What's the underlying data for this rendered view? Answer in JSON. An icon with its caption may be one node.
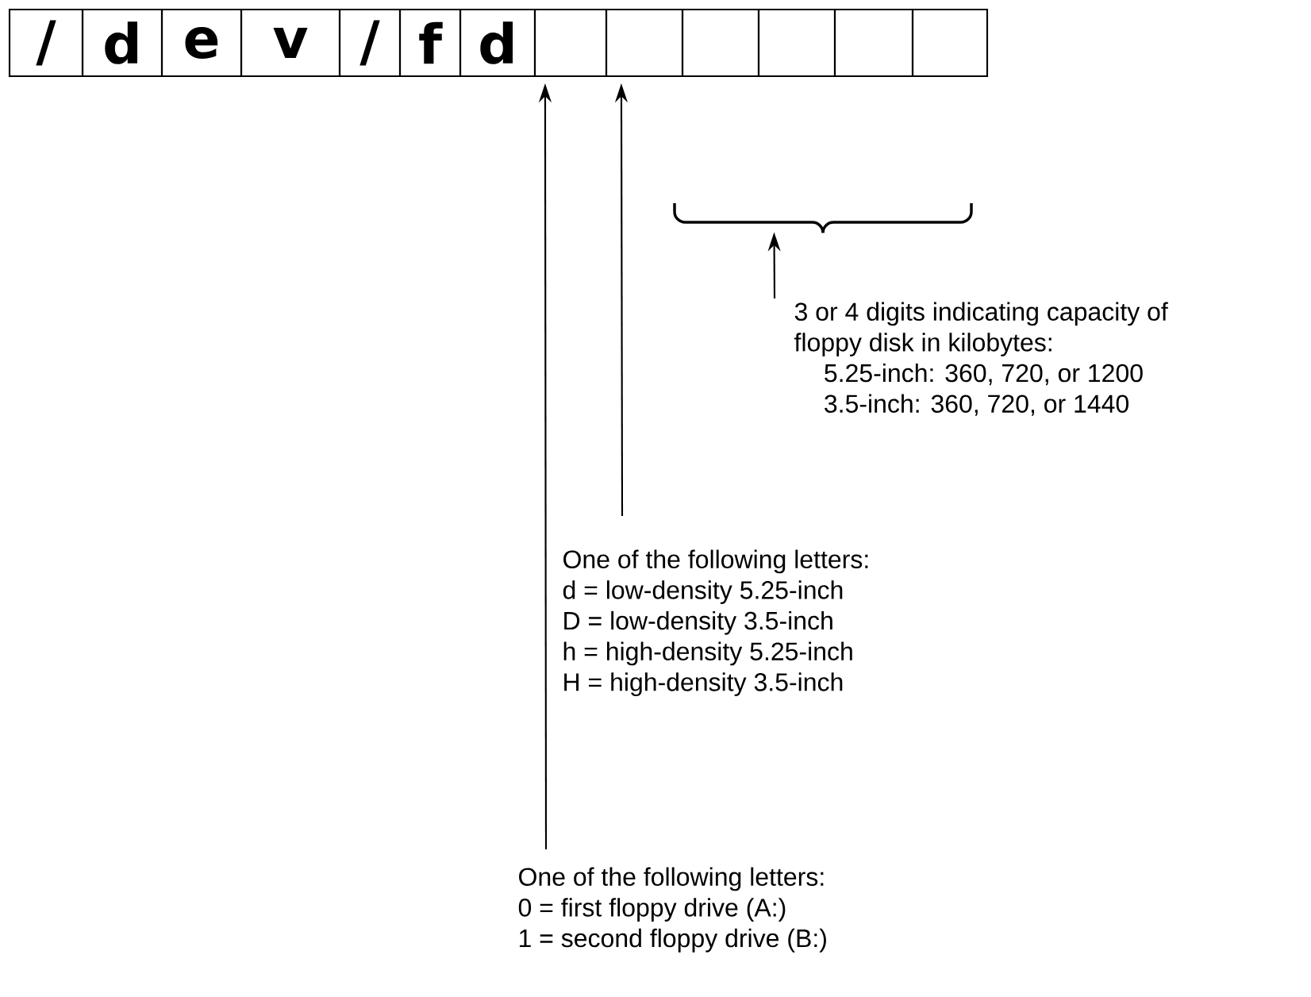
{
  "diagram": {
    "nodes": [
      {
        "text": [
          "/"
        ]
      },
      {
        "text": [
          "d"
        ]
      },
      {
        "text": [
          "e"
        ]
      },
      {
        "text": [
          "v"
        ]
      },
      {
        "text": [
          "/"
        ]
      },
      {
        "text": [
          "f"
        ]
      },
      {
        "text": [
          "d"
        ]
      },
      {
        "text": [],
        "shape": "box"
      },
      {
        "text": [],
        "shape": "box"
      },
      {
        "text": [],
        "shape": "box"
      },
      {
        "text": [],
        "shape": "box"
      },
      {
        "text": [],
        "shape": "box"
      },
      {
        "text": [],
        "shape": "box"
      },
      {
        "text": [],
        "shape": "brace"
      },
      {
        "text": [
          "3 or 4 digits indicating capacity of floppy disk in kilobytes:",
          "5.25-inch: 360, 720, or 1200",
          "3.5-inch: 360, 720, or 1440"
        ]
      },
      {
        "text": [
          "One of the following letters:",
          "d = low-density 5.25-inch",
          "D = low-density 3.5-inch",
          "h = high-density 5.25-inch",
          "H = high-density 3.5-inch"
        ]
      },
      {
        "text": [
          "One of the following letters:",
          "0 = first floppy drive (A:)",
          "1 = second floppy drive (B:)"
        ]
      }
    ],
    "edges": [
      {
        "from": 14,
        "to": 13,
        "arrow": "to"
      },
      {
        "from": 15,
        "to": 8,
        "arrow": "to"
      },
      {
        "from": 16,
        "to": 7,
        "arrow": "to"
      }
    ]
  }
}
